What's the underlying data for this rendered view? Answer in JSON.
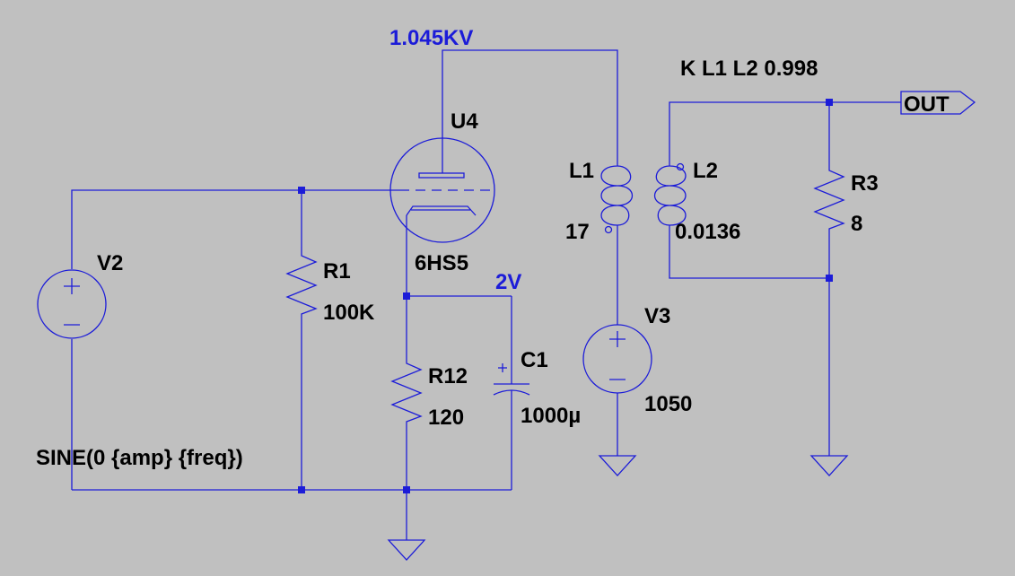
{
  "colors": {
    "background": "#c0c0c0",
    "wire": "#1c1cd8",
    "text": "#000000",
    "voltage_label": "#1c1cd8"
  },
  "labels": {
    "plate_voltage": "1.045KV",
    "cathode_voltage": "2V",
    "coupling": "K L1 L2 0.998",
    "out_port": "OUT",
    "sine_source": "SINE(0 {amp} {freq})"
  },
  "components": {
    "v2": {
      "ref": "V2"
    },
    "r1": {
      "ref": "R1",
      "value": "100K"
    },
    "u4": {
      "ref": "U4",
      "value": "6HS5"
    },
    "r12": {
      "ref": "R12",
      "value": "120"
    },
    "c1": {
      "ref": "C1",
      "value": "1000µ"
    },
    "l1": {
      "ref": "L1",
      "value": "17"
    },
    "l2": {
      "ref": "L2",
      "value": "0.0136"
    },
    "v3": {
      "ref": "V3",
      "value": "1050"
    },
    "r3": {
      "ref": "R3",
      "value": "8"
    }
  }
}
